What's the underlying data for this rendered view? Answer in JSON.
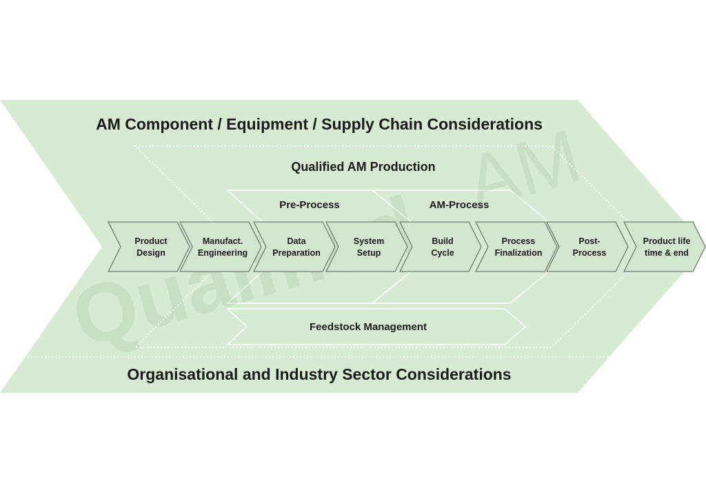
{
  "titles": {
    "outer": "AM Component / Equipment / Supply Chain Considerations",
    "bottom": "Organisational and Industry Sector Considerations",
    "qualified": "Qualified AM Production",
    "pre_process": "Pre-Process",
    "am_process": "AM-Process",
    "feedstock": "Feedstock Management"
  },
  "steps": [
    {
      "line1": "Product",
      "line2": "Design"
    },
    {
      "line1": "Manufact.",
      "line2": "Engineering"
    },
    {
      "line1": "Data",
      "line2": "Preparation"
    },
    {
      "line1": "System",
      "line2": "Setup"
    },
    {
      "line1": "Build",
      "line2": "Cycle"
    },
    {
      "line1": "Process",
      "line2": "Finalization"
    },
    {
      "line1": "Post-",
      "line2": "Process"
    },
    {
      "line1": "Product life",
      "line2": "time & end"
    }
  ],
  "watermark": {
    "bold": "Qualified",
    "thin": "AM"
  },
  "colors": {
    "band_fill": "#d6ebd2",
    "step_fill": "#d3e7cf",
    "step_stroke": "#6f7a6f",
    "outline_white": "#ffffff",
    "text": "#1a1a1a"
  }
}
